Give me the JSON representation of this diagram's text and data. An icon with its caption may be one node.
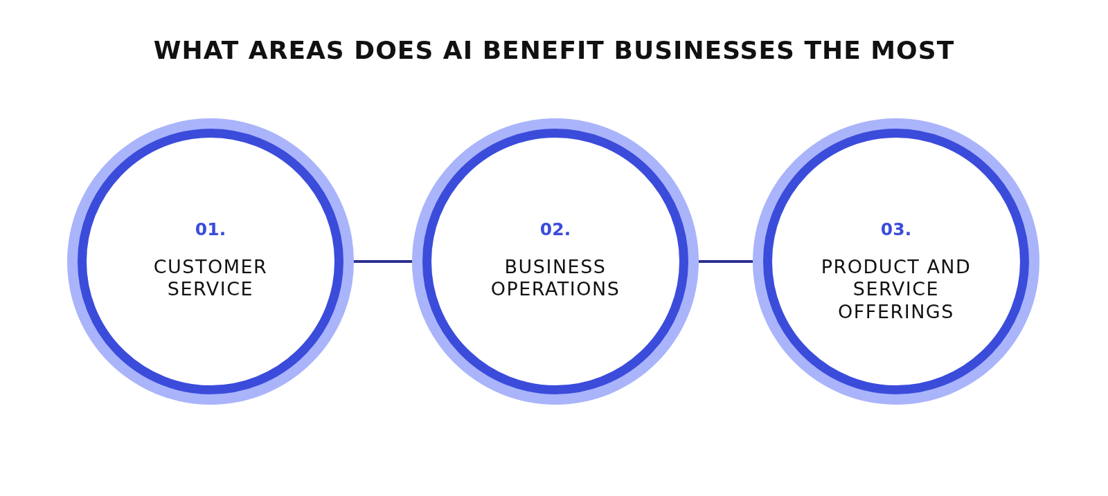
{
  "diagram": {
    "title": "WHAT AREAS DOES AI BENEFIT BUSINESSES THE MOST",
    "nodes": [
      {
        "text": [
          "01.",
          "CUSTOMER SERVICE"
        ]
      },
      {
        "text": [
          "02.",
          "BUSINESS OPERATIONS"
        ]
      },
      {
        "text": [
          "03.",
          "PRODUCT AND SERVICE OFFERINGS"
        ]
      }
    ],
    "edges": [
      {
        "from": 0,
        "to": 1,
        "arrow": "none"
      },
      {
        "from": 1,
        "to": 2,
        "arrow": "none"
      }
    ]
  }
}
